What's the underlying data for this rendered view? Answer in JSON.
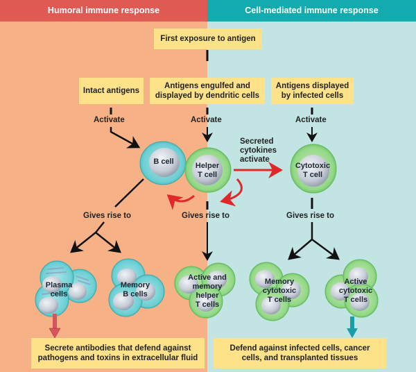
{
  "headers": {
    "left": "Humoral immune response",
    "right": "Cell-mediated immune response"
  },
  "colors": {
    "humoral_header": "#df5a52",
    "humoral_bg": "#f7b186",
    "cellmediated_header": "#14abaf",
    "cellmediated_bg": "#c2e4e3",
    "box": "#fde28a",
    "b_cell": "#7fd3d6",
    "t_cell": "#9bd98f",
    "cytokine_arrow": "#e0282a"
  },
  "boxes": {
    "first_exposure": "First exposure to antigen",
    "intact_antigens": "Intact antigens",
    "engulfed_line1": "Antigens engulfed and",
    "engulfed_line2": "displayed by dendritic cells",
    "displayed_line1": "Antigens displayed",
    "displayed_line2": "by infected cells",
    "humoral_outcome_line1": "Secrete antibodies that defend against",
    "humoral_outcome_line2": "pathogens and toxins in extracellular fluid",
    "cell_outcome_line1": "Defend against infected cells, cancer",
    "cell_outcome_line2": "cells, and transplanted tissues"
  },
  "labels": {
    "activate": "Activate",
    "gives_rise_to": "Gives rise to",
    "cytokines_line1": "Secreted",
    "cytokines_line2": "cytokines",
    "cytokines_line3": "activate"
  },
  "cells": {
    "b_cell": "B cell",
    "helper_line1": "Helper",
    "helper_line2": "T cell",
    "cytotoxic_line1": "Cytotoxic",
    "cytotoxic_line2": "T cell",
    "plasma_line1": "Plasma",
    "plasma_line2": "cells",
    "memory_b_line1": "Memory",
    "memory_b_line2": "B cells",
    "helper_group_line1": "Active and",
    "helper_group_line2": "memory",
    "helper_group_line3": "helper",
    "helper_group_line4": "T cells",
    "memory_cyto_line1": "Memory",
    "memory_cyto_line2": "cytotoxic",
    "memory_cyto_line3": "T cells",
    "active_cyto_line1": "Active",
    "active_cyto_line2": "cytotoxic",
    "active_cyto_line3": "T cells"
  }
}
